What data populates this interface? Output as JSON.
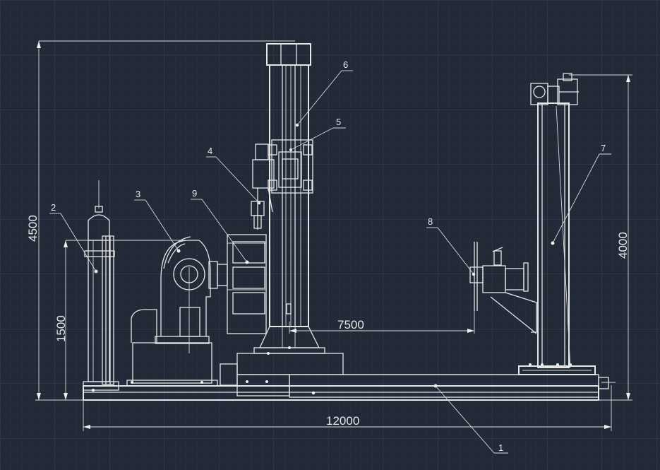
{
  "drawing": {
    "dimensions": {
      "total_height": "4500",
      "column_height": "1500",
      "tower_height": "4000",
      "span": "7500",
      "total_length": "12000"
    },
    "callouts": [
      "1",
      "2",
      "3",
      "4",
      "5",
      "6",
      "7",
      "8",
      "9"
    ]
  }
}
